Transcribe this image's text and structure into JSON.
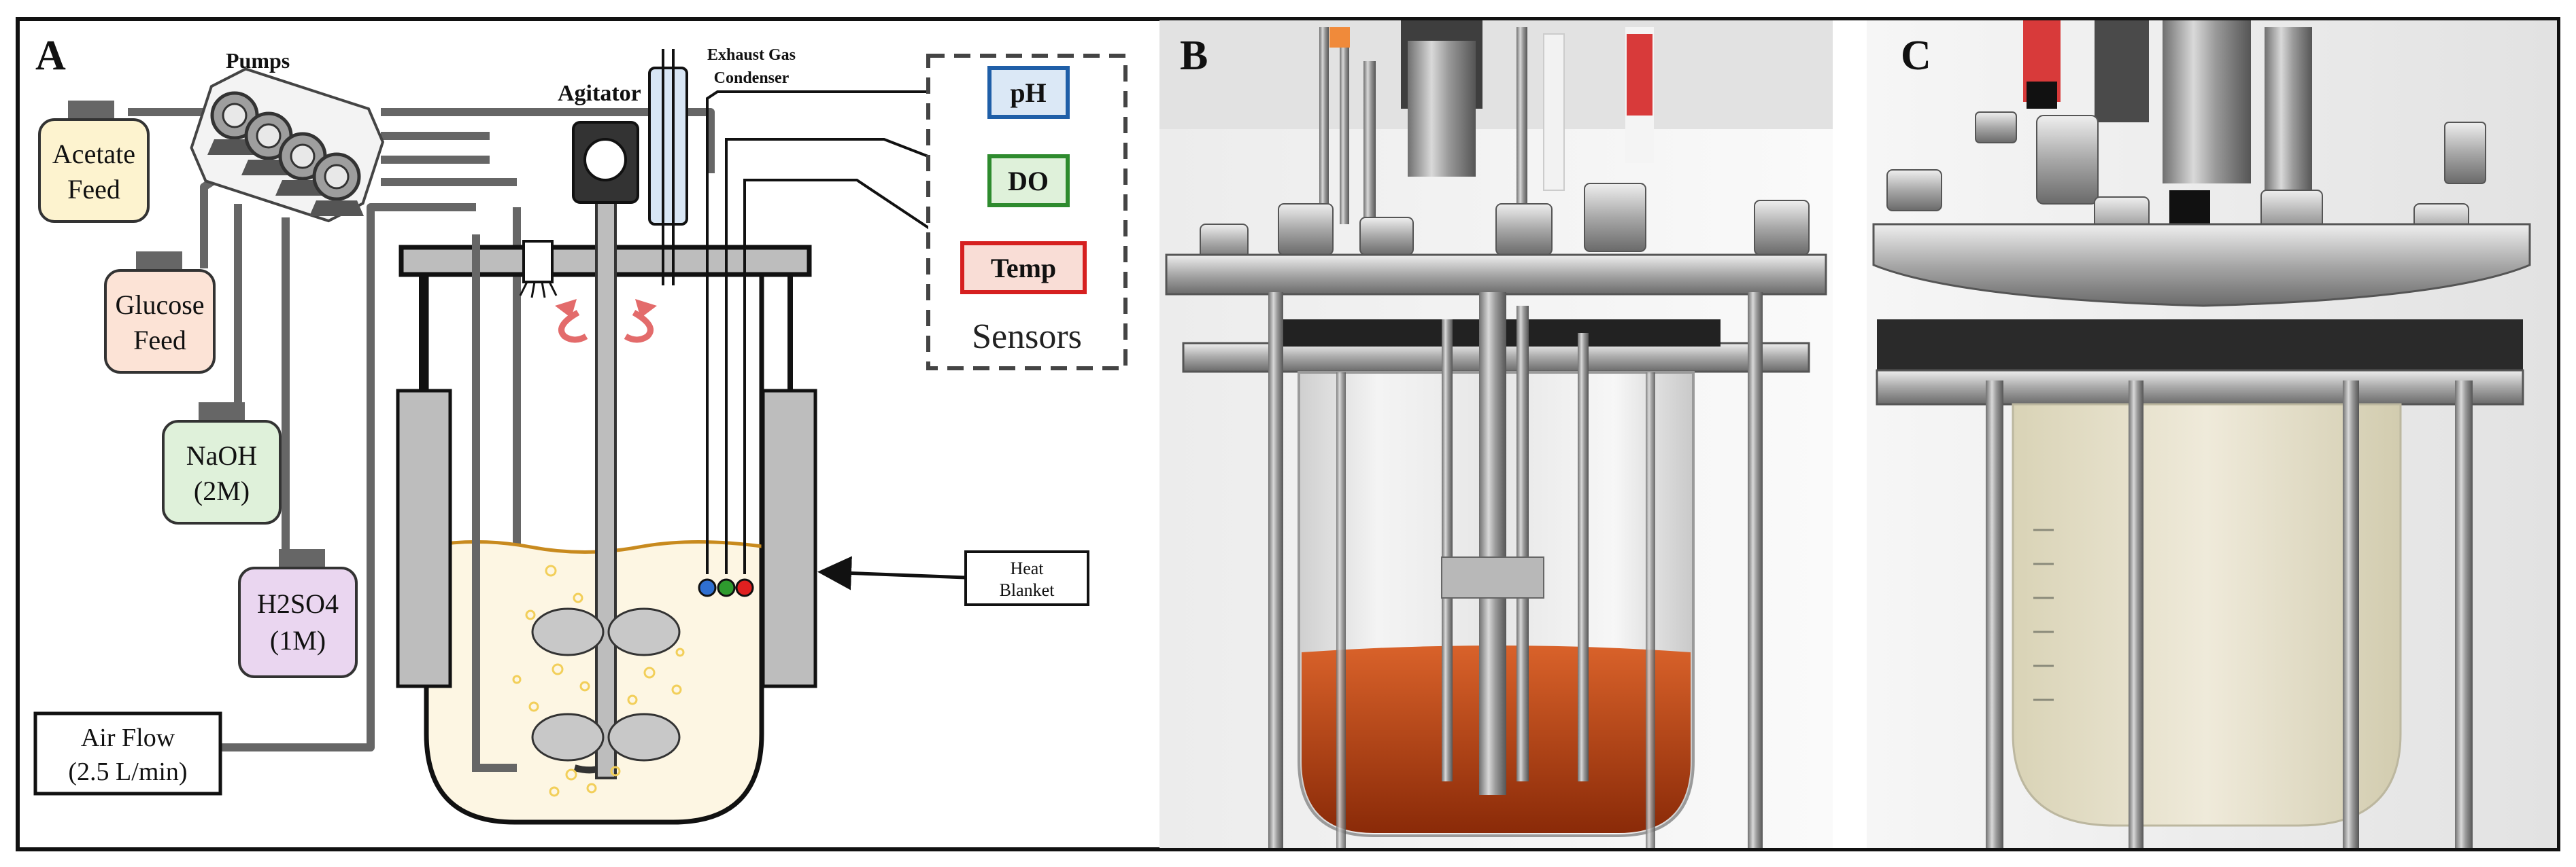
{
  "panels": [
    {
      "label": "A"
    },
    {
      "label": "B"
    },
    {
      "label": "C"
    }
  ],
  "diagram": {
    "pumps_label": "Pumps",
    "agitator_label": "Agitator",
    "condenser_label_line1": "Exhaust Gas",
    "condenser_label_line2": "Condenser",
    "sensors_title": "Sensors",
    "sensors": [
      {
        "label": "pH",
        "color": "#1f5fa8",
        "fill": "#dbe8f6",
        "dot": "#2f6fd0"
      },
      {
        "label": "DO",
        "color": "#2e8b2e",
        "fill": "#dff1da",
        "dot": "#2e9b2e"
      },
      {
        "label": "Temp",
        "color": "#d62020",
        "fill": "#f9ddd6",
        "dot": "#e02020"
      }
    ],
    "feeds": [
      {
        "line1": "Acetate",
        "line2": "Feed",
        "fill": "#fdf3cf"
      },
      {
        "line1": "Glucose",
        "line2": "Feed",
        "fill": "#fce3d6"
      },
      {
        "line1": "NaOH",
        "line2": "(2M)",
        "fill": "#dff1da"
      },
      {
        "line1": "H2SO4",
        "line2": "(1M)",
        "fill": "#ead6f0"
      }
    ],
    "air_flow_line1": "Air Flow",
    "air_flow_line2": "(2.5 L/min)",
    "heat_blanket_line1": "Heat",
    "heat_blanket_line2": "Blanket",
    "colors": {
      "tube": "#666666",
      "broth": "#fdf6e3",
      "meniscus": "#c88a1e",
      "bubble": "#f2cf5a",
      "arrow": "#e36b6b",
      "vessel_gray": "#bdbdbd",
      "condenser": "#d8e6f5"
    }
  },
  "photos": {
    "b_broth_color": "#c2461a",
    "c_broth_color": "#e8e3c8"
  }
}
